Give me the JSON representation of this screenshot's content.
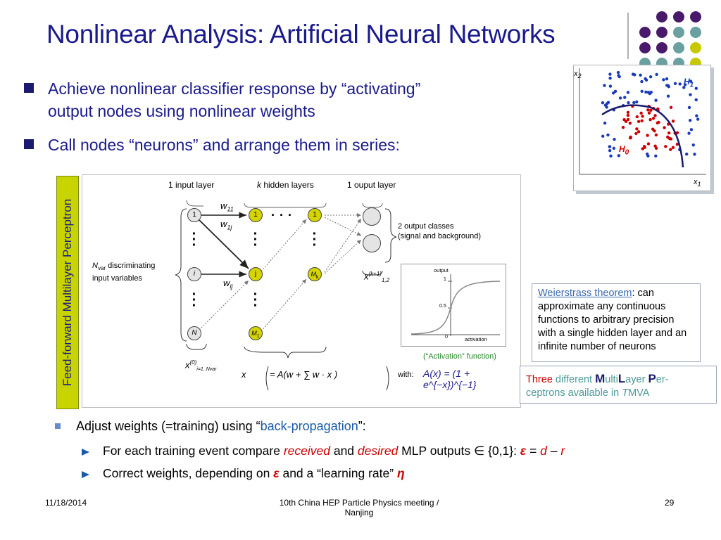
{
  "slide": {
    "title": "Nonlinear Analysis: Artificial Neural Networks",
    "bullets": [
      "Achieve nonlinear classifier response by “activating”",
      "output nodes using nonlinear weights",
      "Call nodes “neurons” and arrange them in series:"
    ]
  },
  "sidebar": {
    "label": "Feed-forward Multilayer Perceptron"
  },
  "diagram": {
    "input_layer": "1 input layer",
    "hidden_k": "k",
    "hidden_layers": " hidden layers",
    "output_layer": "1 ouput layer",
    "output_classes_1": "2 output classes",
    "output_classes_2": "(signal and background)",
    "nvar_1": "discriminating",
    "nvar_2": "input variables",
    "nvar_sym": "N",
    "nvar_sub": "var",
    "node_1": "1",
    "node_i": "i",
    "node_N": "N",
    "node_j": "j",
    "node_Mk": "M",
    "node_Mk_sub": "k",
    "node_M1": "M",
    "node_M1_sub": "1",
    "w11": "w",
    "w11_sub": "11",
    "w1j": "w",
    "w1j_sub": "1j",
    "wij": "w",
    "wij_sub": "ij",
    "ellipsis": ". . .",
    "x_out": "x",
    "x_out_sup": "(k+1)",
    "x_out_sub": "1,2",
    "x_in": "x",
    "x_in_sup": "(0)",
    "x_in_sub": "i=1..Nvar",
    "formula_with": "with:",
    "formula_x": "x",
    "formula_main": "= A(w + ∑ w · x )",
    "formula_act": "A(x) = (1 + e^{−x})^{−1}",
    "activation_caption": "(“Activation” function)",
    "act_output": "output",
    "act_activation": "activation",
    "act_y1": "1",
    "act_y05": "0.5",
    "act_x0": "0"
  },
  "weierstrass": {
    "link": "Weierstrass theorem",
    "rest": ": can approximate any continuous functions to arbitrary precision with a single hidden layer and an infinite number of neurons"
  },
  "tmva": {
    "three": "Three",
    "different": " different ",
    "M": "M",
    "ulti": "ulti",
    "L": "L",
    "ayer": "ayer ",
    "P": "P",
    "er": "er-",
    "line2a": "ceptrons available in ",
    "T": "T",
    "MVA": "MVA"
  },
  "lower": {
    "adjust_a": "Adjust weights (=training) using “",
    "adjust_link": "back-propagation",
    "adjust_b": "”:",
    "sub1_a": "For each training event compare ",
    "sub1_received": "received",
    "sub1_and": " and ",
    "sub1_desired": "desired",
    "sub1_b": " MLP outputs ∈ {0,1}: ",
    "sub1_eps": "ε",
    "sub1_eq": " = ",
    "sub1_d": "d",
    "sub1_minus": " – ",
    "sub1_r": "r",
    "sub2_a": "Correct weights, depending on ",
    "sub2_eps": "ε",
    "sub2_b": " and a “learning rate” ",
    "sub2_eta": "η"
  },
  "scatter": {
    "x2": "x",
    "x2_sub": "2",
    "x1": "x",
    "x1_sub": "1",
    "H1": "H",
    "H1_sub": "1",
    "H0": "H",
    "H0_sub": "0"
  },
  "footer": {
    "date": "11/18/2014",
    "center_1": "10th China HEP Particle Physics meeting /",
    "center_2": "Nanjing",
    "page": "29"
  },
  "colors": {
    "title": "#1a1a8c",
    "sidebar": "#c8d400",
    "purple": "#4a1a6a",
    "teal": "#6aa0a0",
    "yellow": "#c8c800",
    "red": "#cc0000",
    "blue": "#1a3ab8",
    "link": "#3a6ab0"
  }
}
